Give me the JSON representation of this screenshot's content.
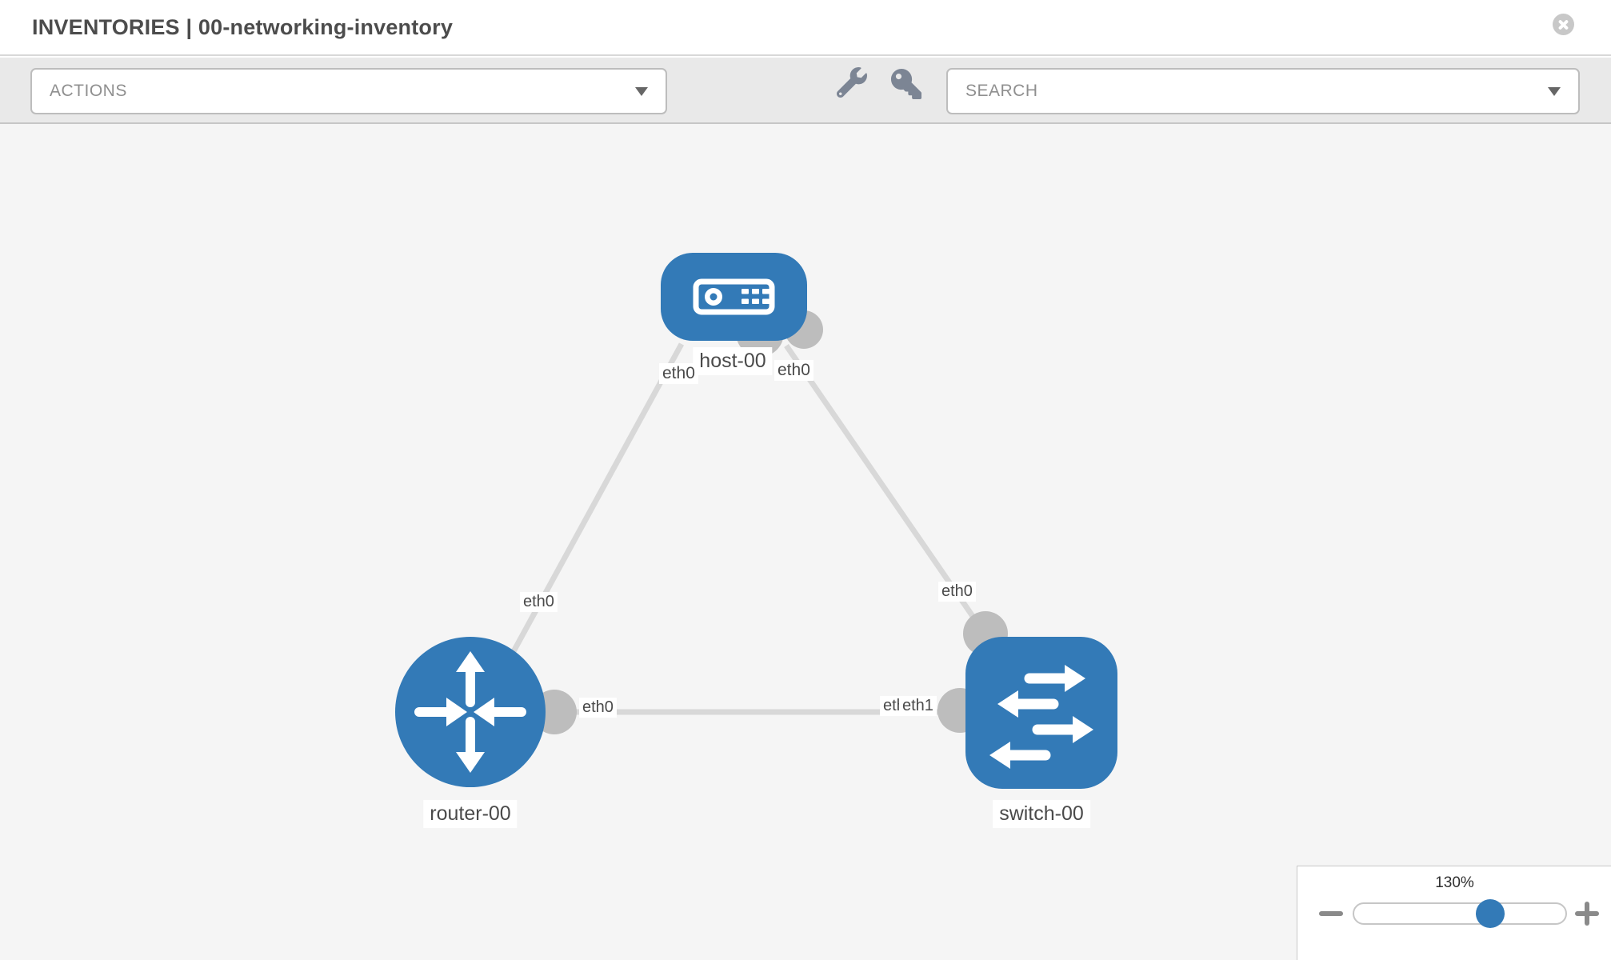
{
  "header": {
    "title": "INVENTORIES | 00-networking-inventory"
  },
  "toolbar": {
    "actions_label": "ACTIONS",
    "search_placeholder": "SEARCH",
    "icons": {
      "wrench": "wrench-icon",
      "key": "key-icon"
    }
  },
  "topology": {
    "nodes": [
      {
        "label": "host-00",
        "type": "host"
      },
      {
        "label": "router-00",
        "type": "router"
      },
      {
        "label": "switch-00",
        "type": "switch"
      }
    ],
    "interface_labels": {
      "host_left": "eth0",
      "host_right": "eth0",
      "host_router_link": "eth0",
      "host_switch_link": "eth0",
      "router_right": "eth0",
      "switch_left_back": "eth0",
      "switch_left_front": "eth1"
    },
    "links": [
      {
        "from": "host-00",
        "to": "router-00",
        "from_interface": "eth0",
        "to_interface": "eth0"
      },
      {
        "from": "host-00",
        "to": "switch-00",
        "from_interface": "eth0",
        "to_interface": "eth0"
      },
      {
        "from": "router-00",
        "to": "switch-00",
        "from_interface": "eth0",
        "to_interface": "eth1"
      }
    ]
  },
  "zoom_control": {
    "value": "130%"
  },
  "colors": {
    "node_blue": "#337ab7",
    "link_gray": "#d8d8d8",
    "port_gray": "#bdbdbd",
    "canvas_bg": "#f5f5f5",
    "toolbar_bg": "#e9e9e9"
  }
}
